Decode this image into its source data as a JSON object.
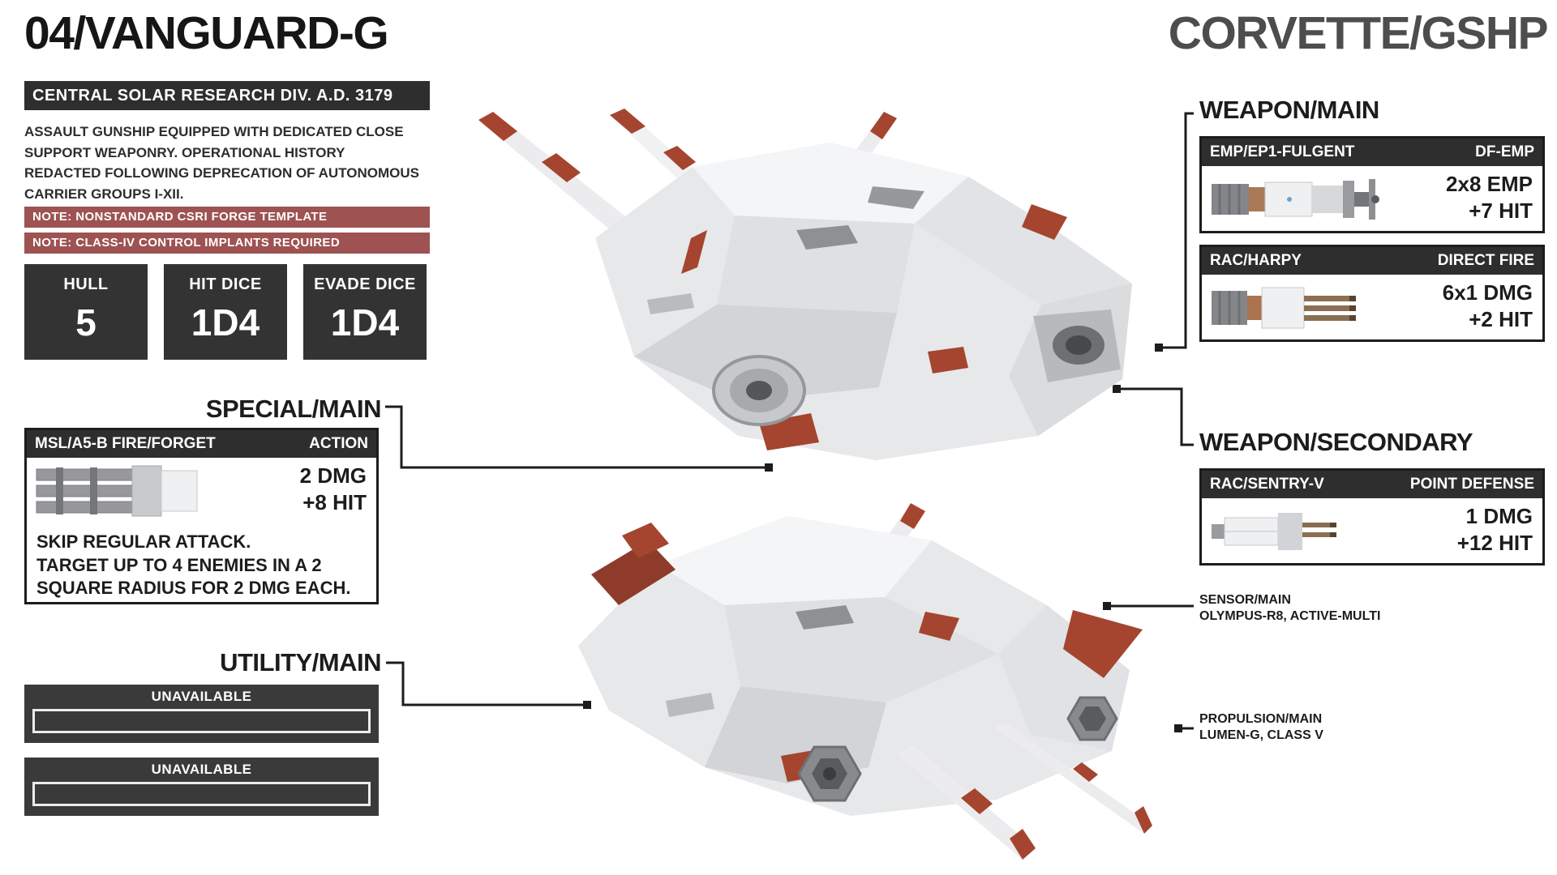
{
  "header": {
    "title_left": "04/VANGUARD-G",
    "title_right": "CORVETTE/GSHP"
  },
  "overview": {
    "org_bar": "CENTRAL SOLAR RESEARCH DIV. A.D. 3179",
    "description": "ASSAULT GUNSHIP EQUIPPED WITH DEDICATED CLOSE\nSUPPORT WEAPONRY. OPERATIONAL HISTORY\nREDACTED FOLLOWING DEPRECATION OF AUTONOMOUS\nCARRIER GROUPS I-XII.",
    "notes": [
      "NOTE: NONSTANDARD CSRI FORGE TEMPLATE",
      "NOTE: CLASS-IV CONTROL IMPLANTS REQUIRED"
    ]
  },
  "stats": [
    {
      "label": "HULL",
      "value": "5"
    },
    {
      "label": "HIT DICE",
      "value": "1D4"
    },
    {
      "label": "EVADE DICE",
      "value": "1D4"
    }
  ],
  "special": {
    "heading": "SPECIAL/MAIN",
    "name": "MSL/A5-B FIRE/FORGET",
    "type": "ACTION",
    "stat1": "2 DMG",
    "stat2": "+8 HIT",
    "description": "SKIP REGULAR ATTACK.\nTARGET UP TO 4 ENEMIES IN A 2\nSQUARE RADIUS FOR 2 DMG EACH."
  },
  "utility": {
    "heading": "UTILITY/MAIN",
    "slots": [
      {
        "label": "UNAVAILABLE"
      },
      {
        "label": "UNAVAILABLE"
      }
    ]
  },
  "weapon_main": {
    "heading": "WEAPON/MAIN",
    "cards": [
      {
        "name": "EMP/EP1-FULGENT",
        "type": "DF-EMP",
        "stat1": "2x8 EMP",
        "stat2": "+7 HIT"
      },
      {
        "name": "RAC/HARPY",
        "type": "DIRECT FIRE",
        "stat1": "6x1 DMG",
        "stat2": "+2 HIT"
      }
    ]
  },
  "weapon_secondary": {
    "heading": "WEAPON/SECONDARY",
    "cards": [
      {
        "name": "RAC/SENTRY-V",
        "type": "POINT DEFENSE",
        "stat1": "1 DMG",
        "stat2": "+12 HIT"
      }
    ]
  },
  "callouts": [
    {
      "title": "SENSOR/MAIN",
      "subtitle": "OLYMPUS-R8, ACTIVE-MULTI"
    },
    {
      "title": "PROPULSION/MAIN",
      "subtitle": "LUMEN-G, CLASS V"
    }
  ],
  "colors": {
    "panel_dark": "#2e2e2e",
    "note_red": "#9e5252",
    "accent_red": "#a5452f",
    "accent_red_dark": "#8f3b2c",
    "border_dark": "#1c1c1c",
    "hull_light": "#e7e8ea",
    "hull_highlight": "#f4f5f6",
    "hull_shadow": "#d2d4d7"
  }
}
